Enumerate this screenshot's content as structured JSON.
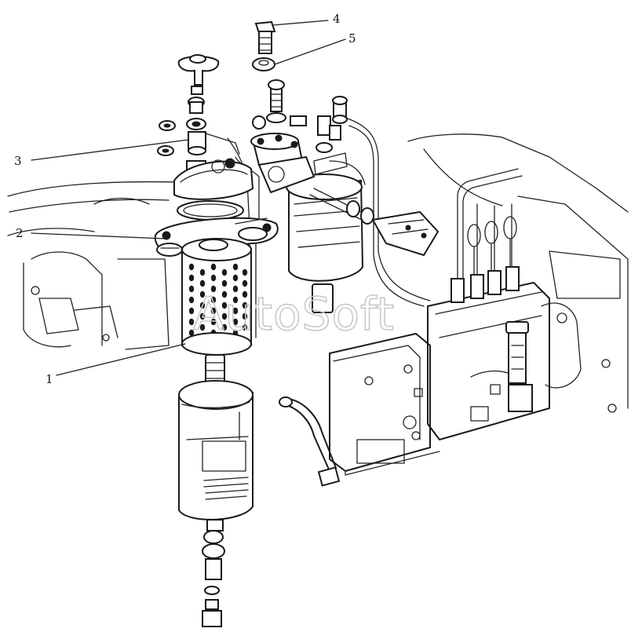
{
  "diagram": {
    "watermark": "AutoSoft",
    "callouts": [
      {
        "id": "4",
        "label": "4"
      },
      {
        "id": "5",
        "label": "5"
      },
      {
        "id": "3",
        "label": "3"
      },
      {
        "id": "2",
        "label": "2"
      },
      {
        "id": "1",
        "label": "1"
      }
    ]
  }
}
